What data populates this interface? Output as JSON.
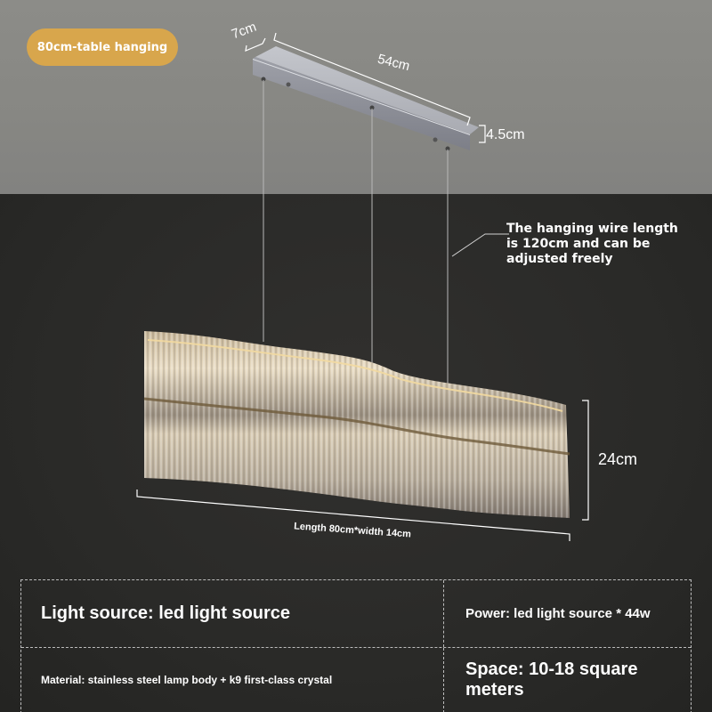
{
  "badge": {
    "label": "80cm-table hanging",
    "color": "#d8a64c"
  },
  "canopy": {
    "depth_label": "7cm",
    "length_label": "54cm",
    "height_label": "4.5cm"
  },
  "wire_note": {
    "text": "The hanging wire length is 120cm and can be adjusted freely"
  },
  "fixture": {
    "height_label": "24cm",
    "size_label": "Length 80cm*width 14cm"
  },
  "specs": {
    "rows": [
      {
        "left": "Light source: led light source",
        "right": "Power: led light source * 44w"
      },
      {
        "left": "Material: stainless steel lamp body + k9 first-class crystal",
        "right": "Space: 10-18 square meters"
      }
    ]
  },
  "colors": {
    "ceiling": "#878783",
    "wall": "#2a2a28",
    "text": "#ffffff",
    "accent": "#d8a64c"
  }
}
